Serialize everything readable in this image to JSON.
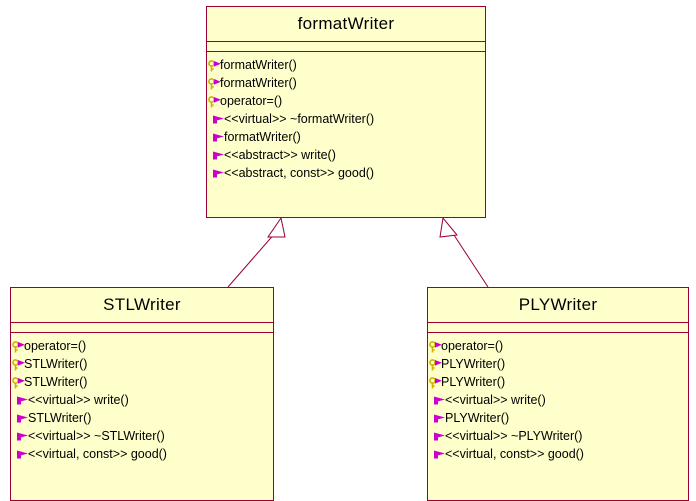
{
  "classes": {
    "format_writer": {
      "name": "formatWriter",
      "operations": [
        {
          "text": "formatWriter()",
          "visibility": "private",
          "icon": "private-operation-key-icon"
        },
        {
          "text": "formatWriter()",
          "visibility": "private",
          "icon": "private-operation-key-icon"
        },
        {
          "text": "operator=()",
          "visibility": "private",
          "icon": "private-operation-key-icon"
        },
        {
          "text": "<<virtual>> ~formatWriter()",
          "visibility": "public",
          "icon": "public-operation-icon"
        },
        {
          "text": "formatWriter()",
          "visibility": "public",
          "icon": "public-operation-icon"
        },
        {
          "text": "<<abstract>> write()",
          "visibility": "public",
          "icon": "public-operation-icon"
        },
        {
          "text": "<<abstract, const>> good()",
          "visibility": "public",
          "icon": "public-operation-icon"
        }
      ]
    },
    "stl_writer": {
      "name": "STLWriter",
      "operations": [
        {
          "text": "operator=()",
          "visibility": "private",
          "icon": "private-operation-key-icon"
        },
        {
          "text": "STLWriter()",
          "visibility": "private",
          "icon": "private-operation-key-icon"
        },
        {
          "text": "STLWriter()",
          "visibility": "private",
          "icon": "private-operation-key-icon"
        },
        {
          "text": "<<virtual>> write()",
          "visibility": "public",
          "icon": "public-operation-icon"
        },
        {
          "text": "STLWriter()",
          "visibility": "public",
          "icon": "public-operation-icon"
        },
        {
          "text": "<<virtual>> ~STLWriter()",
          "visibility": "public",
          "icon": "public-operation-icon"
        },
        {
          "text": "<<virtual, const>> good()",
          "visibility": "public",
          "icon": "public-operation-icon"
        }
      ]
    },
    "ply_writer": {
      "name": "PLYWriter",
      "operations": [
        {
          "text": "operator=()",
          "visibility": "private",
          "icon": "private-operation-key-icon"
        },
        {
          "text": "PLYWriter()",
          "visibility": "private",
          "icon": "private-operation-key-icon"
        },
        {
          "text": "PLYWriter()",
          "visibility": "private",
          "icon": "private-operation-key-icon"
        },
        {
          "text": "<<virtual>> write()",
          "visibility": "public",
          "icon": "public-operation-icon"
        },
        {
          "text": "PLYWriter()",
          "visibility": "public",
          "icon": "public-operation-icon"
        },
        {
          "text": "<<virtual>> ~PLYWriter()",
          "visibility": "public",
          "icon": "public-operation-icon"
        },
        {
          "text": "<<virtual, const>> good()",
          "visibility": "public",
          "icon": "public-operation-icon"
        }
      ]
    }
  },
  "relations": [
    {
      "type": "generalization",
      "from": "STLWriter",
      "to": "formatWriter"
    },
    {
      "type": "generalization",
      "from": "PLYWriter",
      "to": "formatWriter"
    }
  ],
  "colors": {
    "class_fill": "#ffffcc",
    "class_border": "#990033",
    "connector": "#990033",
    "key_icon": "#c8b400",
    "operation_icon": "#cc00cc"
  }
}
